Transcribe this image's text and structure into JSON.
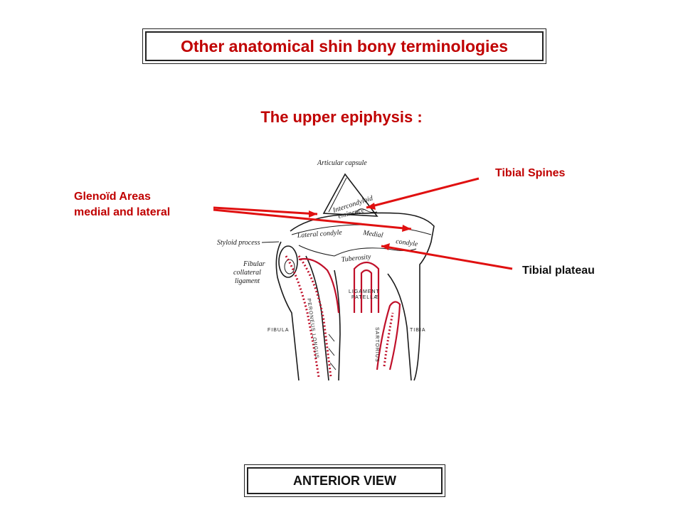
{
  "title": "Other anatomical shin bony terminologies",
  "subtitle": "The upper epiphysis :",
  "labels": {
    "tibial_spines": "Tibial Spines",
    "glenoid_line1": "Glenoïd Areas",
    "glenoid_line2": "medial and lateral",
    "tibial_plateau": "Tibial plateau"
  },
  "figure": {
    "articular_capsule": "Articular capsule",
    "intercondyloid": "Intercondyloid",
    "eminence": "eminence",
    "lateral_condyle": "Lateral condyle",
    "medial": "Medial",
    "condyle": "condyle",
    "tuberosity": "Tuberosity",
    "styloid_process": "Styloid process",
    "fibular": "Fibular",
    "collateral": "collateral",
    "ligament": "ligament",
    "ligament_patellae_1": "LIGAMENT",
    "ligament_patellae_2": "PATELLÆ",
    "fibula": "FIBULA",
    "tibia": "TIBIA",
    "peroneus_longus": "PERONEUS LONGUS",
    "sartorius": "SARTORIUS"
  },
  "caption": "ANTERIOR VIEW",
  "colors": {
    "accent_red": "#c00000",
    "arrow_red": "#e01010",
    "muscle_red": "#c0102a"
  }
}
